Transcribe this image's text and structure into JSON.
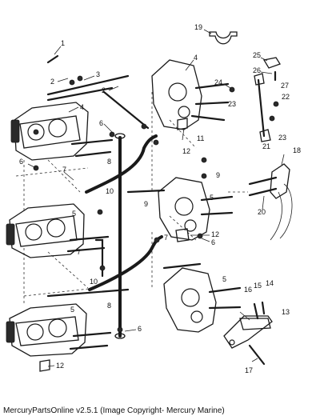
{
  "caption": "MercuryPartsOnline v2.5.1 (Image Copyright- Mercury Marine)",
  "callouts": [
    {
      "id": "c1",
      "label": "1"
    },
    {
      "id": "c2a",
      "label": "2"
    },
    {
      "id": "c3",
      "label": "3"
    },
    {
      "id": "c4a",
      "label": "4"
    },
    {
      "id": "c2b",
      "label": "2"
    },
    {
      "id": "c4b",
      "label": "4"
    },
    {
      "id": "c19",
      "label": "19"
    },
    {
      "id": "c25",
      "label": "25"
    },
    {
      "id": "c26",
      "label": "26"
    },
    {
      "id": "c27",
      "label": "27"
    },
    {
      "id": "c24",
      "label": "24"
    },
    {
      "id": "c23a",
      "label": "23"
    },
    {
      "id": "c22",
      "label": "22"
    },
    {
      "id": "c23b",
      "label": "23"
    },
    {
      "id": "c21",
      "label": "21"
    },
    {
      "id": "c6a",
      "label": "6"
    },
    {
      "id": "c12a",
      "label": "12"
    },
    {
      "id": "c11",
      "label": "11"
    },
    {
      "id": "c6b",
      "label": "6"
    },
    {
      "id": "c7a",
      "label": "7"
    },
    {
      "id": "c8a",
      "label": "8"
    },
    {
      "id": "c9a",
      "label": "9"
    },
    {
      "id": "c10a",
      "label": "10"
    },
    {
      "id": "c9b",
      "label": "9"
    },
    {
      "id": "c5a",
      "label": "5"
    },
    {
      "id": "c5b",
      "label": "5"
    },
    {
      "id": "c18",
      "label": "18"
    },
    {
      "id": "c20",
      "label": "20"
    },
    {
      "id": "c7b",
      "label": "7"
    },
    {
      "id": "c12b",
      "label": "12"
    },
    {
      "id": "c6c",
      "label": "6"
    },
    {
      "id": "c7c",
      "label": "7"
    },
    {
      "id": "c10b",
      "label": "10"
    },
    {
      "id": "c5c",
      "label": "5"
    },
    {
      "id": "c16",
      "label": "16"
    },
    {
      "id": "c15",
      "label": "15"
    },
    {
      "id": "c14",
      "label": "14"
    },
    {
      "id": "c5d",
      "label": "5"
    },
    {
      "id": "c8b",
      "label": "8"
    },
    {
      "id": "c13",
      "label": "13"
    },
    {
      "id": "c6d",
      "label": "6"
    },
    {
      "id": "c12c",
      "label": "12"
    },
    {
      "id": "c17",
      "label": "17"
    }
  ]
}
